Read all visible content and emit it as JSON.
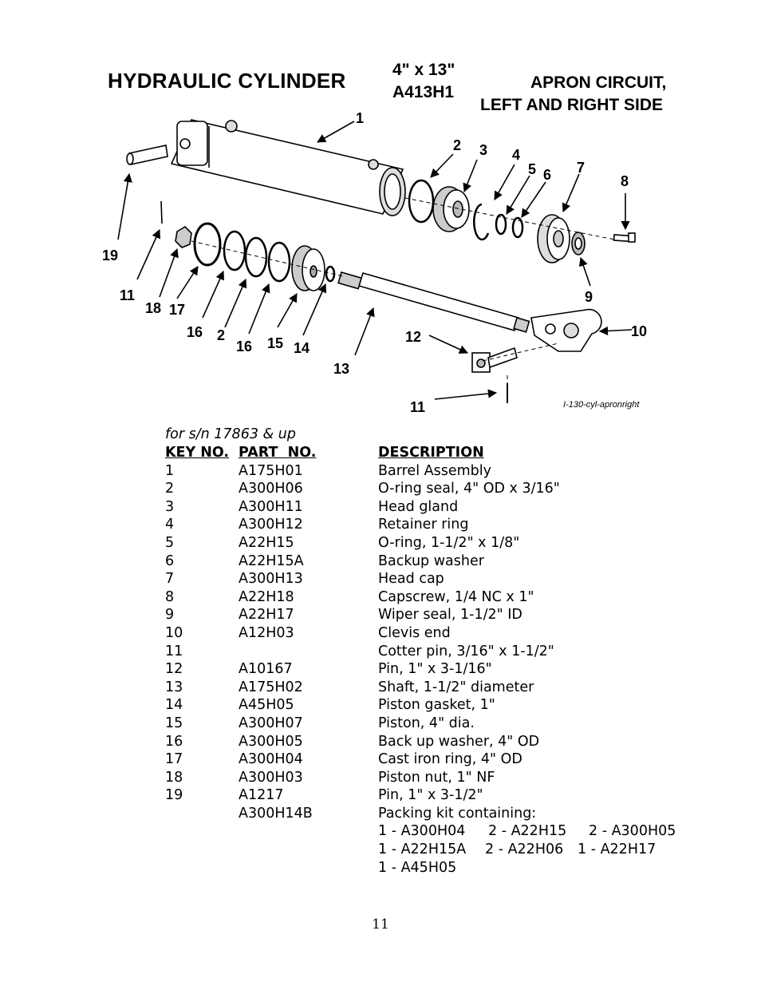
{
  "header": {
    "title": "HYDRAULIC CYLINDER",
    "size": "4\" x 13\"",
    "model": "A413H1",
    "circuit_line1": "APRON CIRCUIT,",
    "circuit_line2": "LEFT AND RIGHT SIDE"
  },
  "diagram": {
    "figure_id": "I-130-cyl-apronright",
    "callouts": [
      "1",
      "2",
      "3",
      "4",
      "5",
      "6",
      "7",
      "8",
      "9",
      "10",
      "11",
      "12",
      "13",
      "14",
      "15",
      "16",
      "17",
      "18",
      "19",
      "2",
      "16",
      "11"
    ]
  },
  "serial_note": "for s/n 17863 & up",
  "table": {
    "headers": {
      "key": "KEY NO.",
      "part": "PART  NO.",
      "description": "DESCRIPTION"
    },
    "rows": [
      {
        "key": "1",
        "part": "A175H01",
        "description": "Barrel Assembly"
      },
      {
        "key": "2",
        "part": "A300H06",
        "description": "O-ring seal, 4\" OD x 3/16\""
      },
      {
        "key": "3",
        "part": "A300H11",
        "description": "Head gland"
      },
      {
        "key": "4",
        "part": "A300H12",
        "description": "Retainer ring"
      },
      {
        "key": "5",
        "part": "A22H15",
        "description": "O-ring, 1-1/2\" x 1/8\""
      },
      {
        "key": "6",
        "part": "A22H15A",
        "description": "Backup washer"
      },
      {
        "key": "7",
        "part": "A300H13",
        "description": "Head cap"
      },
      {
        "key": "8",
        "part": "A22H18",
        "description": "Capscrew, 1/4 NC x 1\""
      },
      {
        "key": "9",
        "part": "A22H17",
        "description": "Wiper seal, 1-1/2\" ID"
      },
      {
        "key": "10",
        "part": "A12H03",
        "description": "Clevis end"
      },
      {
        "key": "11",
        "part": "",
        "description": "Cotter pin, 3/16\" x 1-1/2\""
      },
      {
        "key": "12",
        "part": "A10167",
        "description": "Pin, 1\" x 3-1/16\""
      },
      {
        "key": "13",
        "part": "A175H02",
        "description": "Shaft, 1-1/2\" diameter"
      },
      {
        "key": "14",
        "part": "A45H05",
        "description": "Piston gasket, 1\""
      },
      {
        "key": "15",
        "part": "A300H07",
        "description": "Piston, 4\" dia."
      },
      {
        "key": "16",
        "part": "A300H05",
        "description": "Back up washer, 4\" OD"
      },
      {
        "key": "17",
        "part": "A300H04",
        "description": "Cast iron ring, 4\" OD"
      },
      {
        "key": "18",
        "part": "A300H03",
        "description": "Piston nut, 1\" NF"
      },
      {
        "key": "19",
        "part": "A1217",
        "description": "Pin, 1\" x 3-1/2\""
      },
      {
        "key": "",
        "part": "A300H14B",
        "description": "Packing kit containing:"
      }
    ],
    "kit_lines": [
      [
        "1 - A300H04",
        "2 - A22H15",
        "2 - A300H05"
      ],
      [
        "1 - A22H15A",
        "2 - A22H06",
        "1 - A22H17"
      ],
      [
        "1 - A45H05"
      ]
    ]
  },
  "page_number": "11"
}
